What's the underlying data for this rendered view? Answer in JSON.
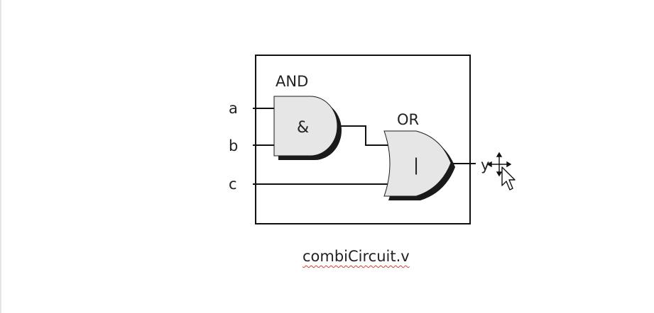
{
  "diagram": {
    "inputs": [
      {
        "name": "a"
      },
      {
        "name": "b"
      },
      {
        "name": "c"
      }
    ],
    "output": {
      "name": "y"
    },
    "and_gate": {
      "title": "AND",
      "symbol": "&"
    },
    "or_gate": {
      "title": "OR",
      "symbol": "|"
    },
    "caption": "combiCircuit.v"
  },
  "colors": {
    "gate_fill": "#e6e6e6",
    "gate_shadow": "#1a1a1a",
    "wire": "#111111",
    "caption_underline": "#d23b3b"
  },
  "icons": [
    "move-cursor-icon",
    "arrow-cursor-icon"
  ]
}
